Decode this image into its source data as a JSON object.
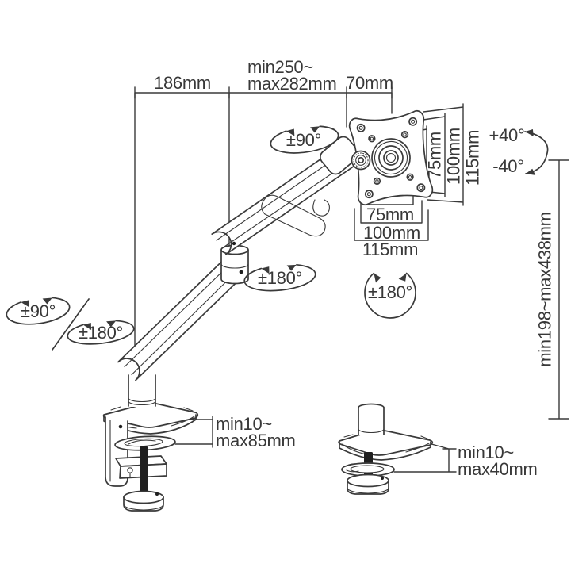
{
  "colors": {
    "line": "#3a3a3a",
    "text": "#383838",
    "background": "#ffffff",
    "solid": "#1f1f1f"
  },
  "dimensions": {
    "rear_arm_length": "186mm",
    "front_arm_min": "min250~",
    "front_arm_max": "max282mm",
    "head_offset": "70mm",
    "vesa_side": [
      "75mm",
      "100mm",
      "115mm"
    ],
    "vesa_bottom": [
      "75mm",
      "100mm",
      "115mm"
    ],
    "height_range": "min198~max438mm",
    "clamp_thickness_min": "min10~",
    "clamp_thickness_max": "max85mm",
    "grommet_thickness_min": "min10~",
    "grommet_thickness_max": "max40mm"
  },
  "rotations": {
    "tilt_up": "+40°",
    "tilt_down": "-40°",
    "head_swivel": "±90°",
    "base_swivel": "±90°",
    "base_rotation": "±180°",
    "arm_rotation": "±180°",
    "vesa_rotation": "±180°"
  }
}
